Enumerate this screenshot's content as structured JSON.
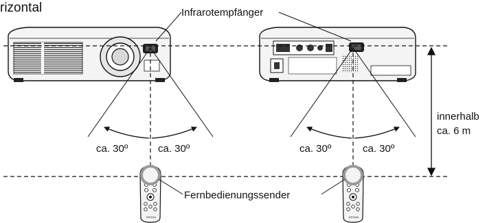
{
  "labels": {
    "heading_partial": "rizontal",
    "infrared_receiver": "Infrarotempfänger",
    "remote_emitter": "Fernbedienungssender",
    "distance_line1": "innerhalb",
    "distance_line2": "ca. 6 m",
    "angle_left_a": "ca. 30º",
    "angle_right_a": "ca. 30º",
    "angle_left_b": "ca. 30º",
    "angle_right_b": "ca. 30º",
    "remote_brand_a": "EPSON",
    "remote_brand_b": "EPSON"
  },
  "icons": [
    "projector-front-icon",
    "projector-rear-icon",
    "remote-control-icon"
  ],
  "colors": {
    "line": "#111111",
    "highlight_ring": "#9a9a9a",
    "body": "#f2f2f2"
  }
}
